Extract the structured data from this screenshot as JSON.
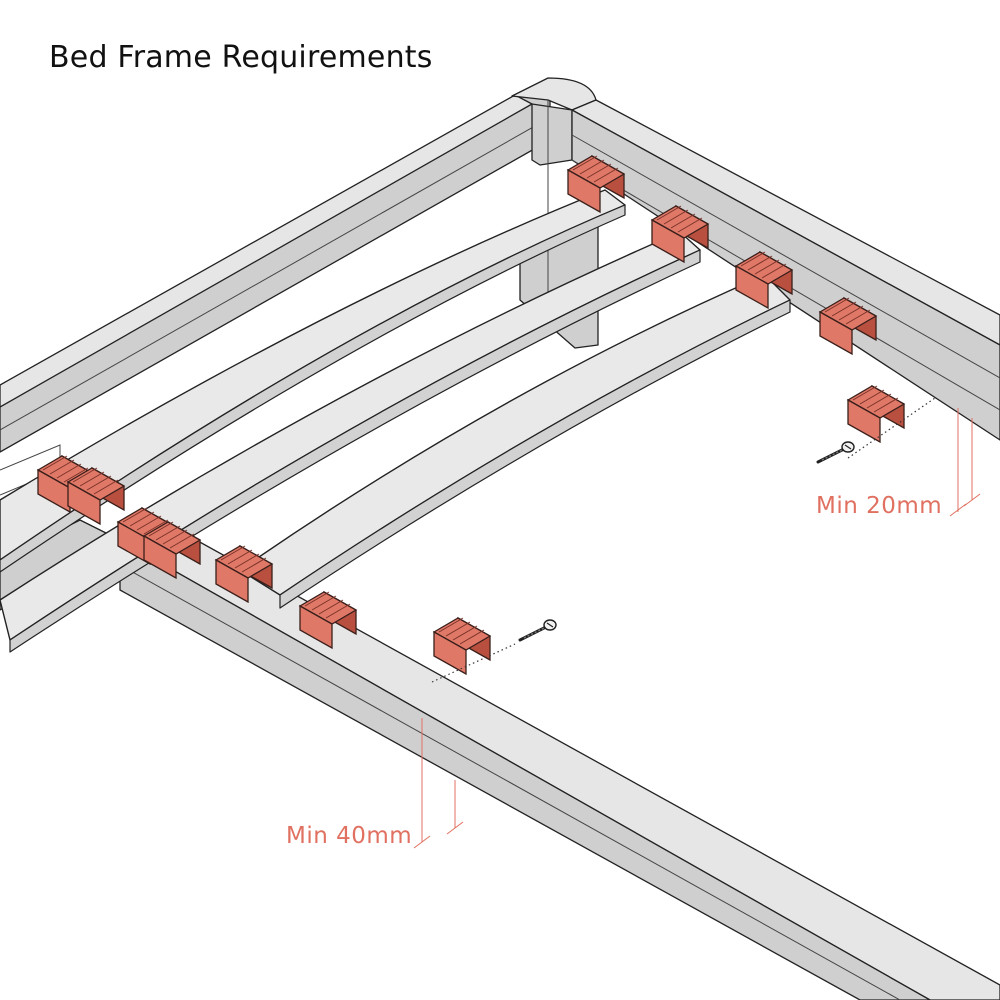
{
  "title": "Bed Frame Requirements",
  "dimensions": {
    "side_rail_min": "Min 20mm",
    "front_rail_min": "Min 40mm"
  },
  "colors": {
    "holder": "#e07868",
    "holder_dark": "#b9503f",
    "dimension": "#e07060",
    "frame": "#e6e6e6",
    "outline": "#222222"
  },
  "icons": [
    "slat-holder-icon",
    "screw-icon"
  ]
}
